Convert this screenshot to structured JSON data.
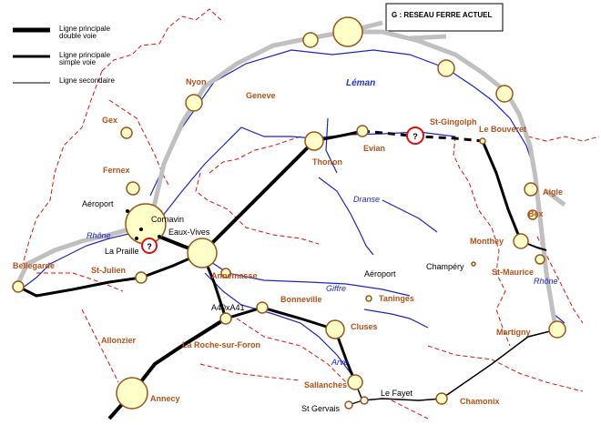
{
  "title": "G : RESEAU FERRE ACTUEL",
  "legend": {
    "main_double": "Ligne principale",
    "main_double_sub": "double voie",
    "main_single": "Ligne principale",
    "main_single_sub": "simple voie",
    "secondary": "Ligne secondaire"
  },
  "lake": "Léman",
  "places": {
    "nyon": "Nyon",
    "geneve": "Geneve",
    "gex": "Gex",
    "fernex": "Fernex",
    "aeroport_gva": "Aéroport",
    "cornavin": "Cornavin",
    "eaux_vives": "Eaux-Vives",
    "la_praille": "La Praille",
    "rhone_w": "Rhône",
    "bellegarde": "Bellegarde",
    "st_julien": "St-Julien",
    "annemasse": "Annemasse",
    "thonon": "Thonon",
    "evian": "Evian",
    "st_gingolph": "St-Gingolph",
    "le_bouveret": "Le Bouveret",
    "aigle": "Aigle",
    "bex": "Bex",
    "monthey": "Monthey",
    "st_maurice": "St-Maurice",
    "rhone_e": "Rhône",
    "champery": "Champéry",
    "aeroport_2": "Aéroport",
    "dranse": "Dranse",
    "giffre": "Giffre",
    "taninges": "Taninges",
    "bonneville": "Bonneville",
    "a40xa41": "A40xA41",
    "cluses": "Cluses",
    "allonzier": "Allonzier",
    "la_roche": "La Roche-sur-Foron",
    "arve": "Arve",
    "martigny": "Martigny",
    "sallanches": "Sallanches",
    "st_gervais": "St Gervais",
    "le_fayet": "Le Fayet",
    "chamonix": "Chamonix",
    "annecy": "Annecy"
  },
  "markers": {
    "unknown": "?"
  },
  "colors": {
    "town_label": "#b5521b",
    "river": "#2222cc",
    "border": "#dd1111",
    "rail_main": "#000000",
    "rail_cff": "#c0c0c0",
    "node_fill": "#ffffc8",
    "node_stroke": "#a0521b"
  }
}
